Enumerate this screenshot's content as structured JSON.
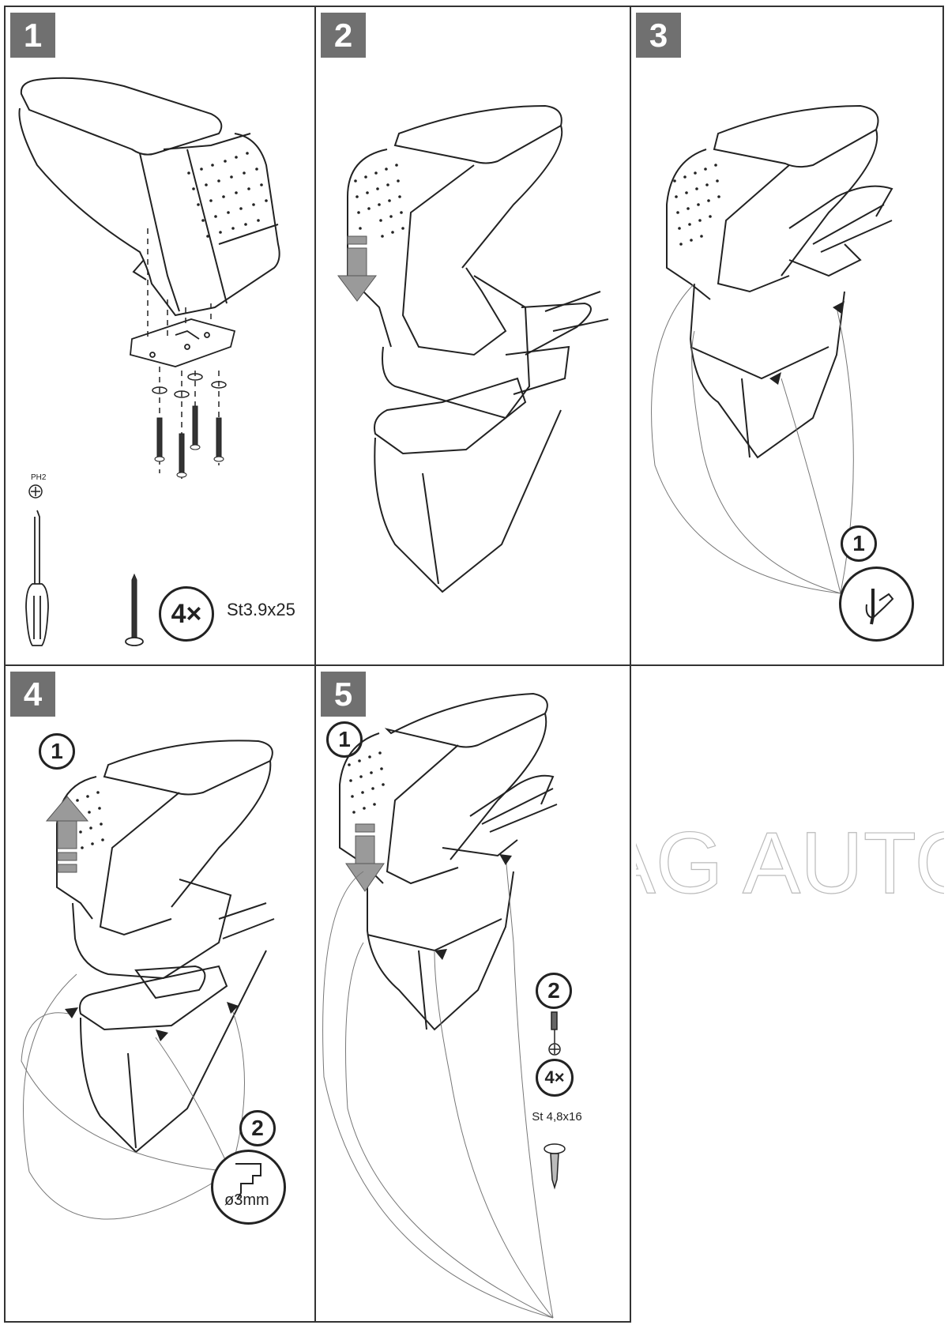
{
  "document": {
    "type": "installation-instructions",
    "watermark": "AG AUTO",
    "colors": {
      "badge": "#707070",
      "line": "#222222",
      "arrow": "#9a9a9a"
    }
  },
  "steps": [
    {
      "number": "1",
      "tool_label": "PH2",
      "screw_count": "4×",
      "screw_spec": "St3.9x25",
      "icons": [
        "armrest-icon",
        "mounting-bracket-icon",
        "washer-icon",
        "screw-icon",
        "screwdriver-icon",
        "phillips-bit-icon"
      ]
    },
    {
      "number": "2",
      "icons": [
        "armrest-icon",
        "down-arrow-icon",
        "console-base-icon"
      ]
    },
    {
      "number": "3",
      "substep": "1",
      "icons": [
        "armrest-icon",
        "hand-marking-icon"
      ]
    },
    {
      "number": "4",
      "substep_1": "1",
      "substep_2": "2",
      "drill_spec": "ø3mm",
      "icons": [
        "armrest-icon",
        "up-arrow-icon",
        "drill-icon"
      ]
    },
    {
      "number": "5",
      "substep_1": "1",
      "substep_2": "2",
      "screw_count": "4×",
      "screw_spec": "St 4,8x16",
      "icons": [
        "armrest-icon",
        "down-arrow-icon",
        "screwdriver-icon",
        "phillips-bit-icon",
        "screw-icon"
      ]
    }
  ]
}
